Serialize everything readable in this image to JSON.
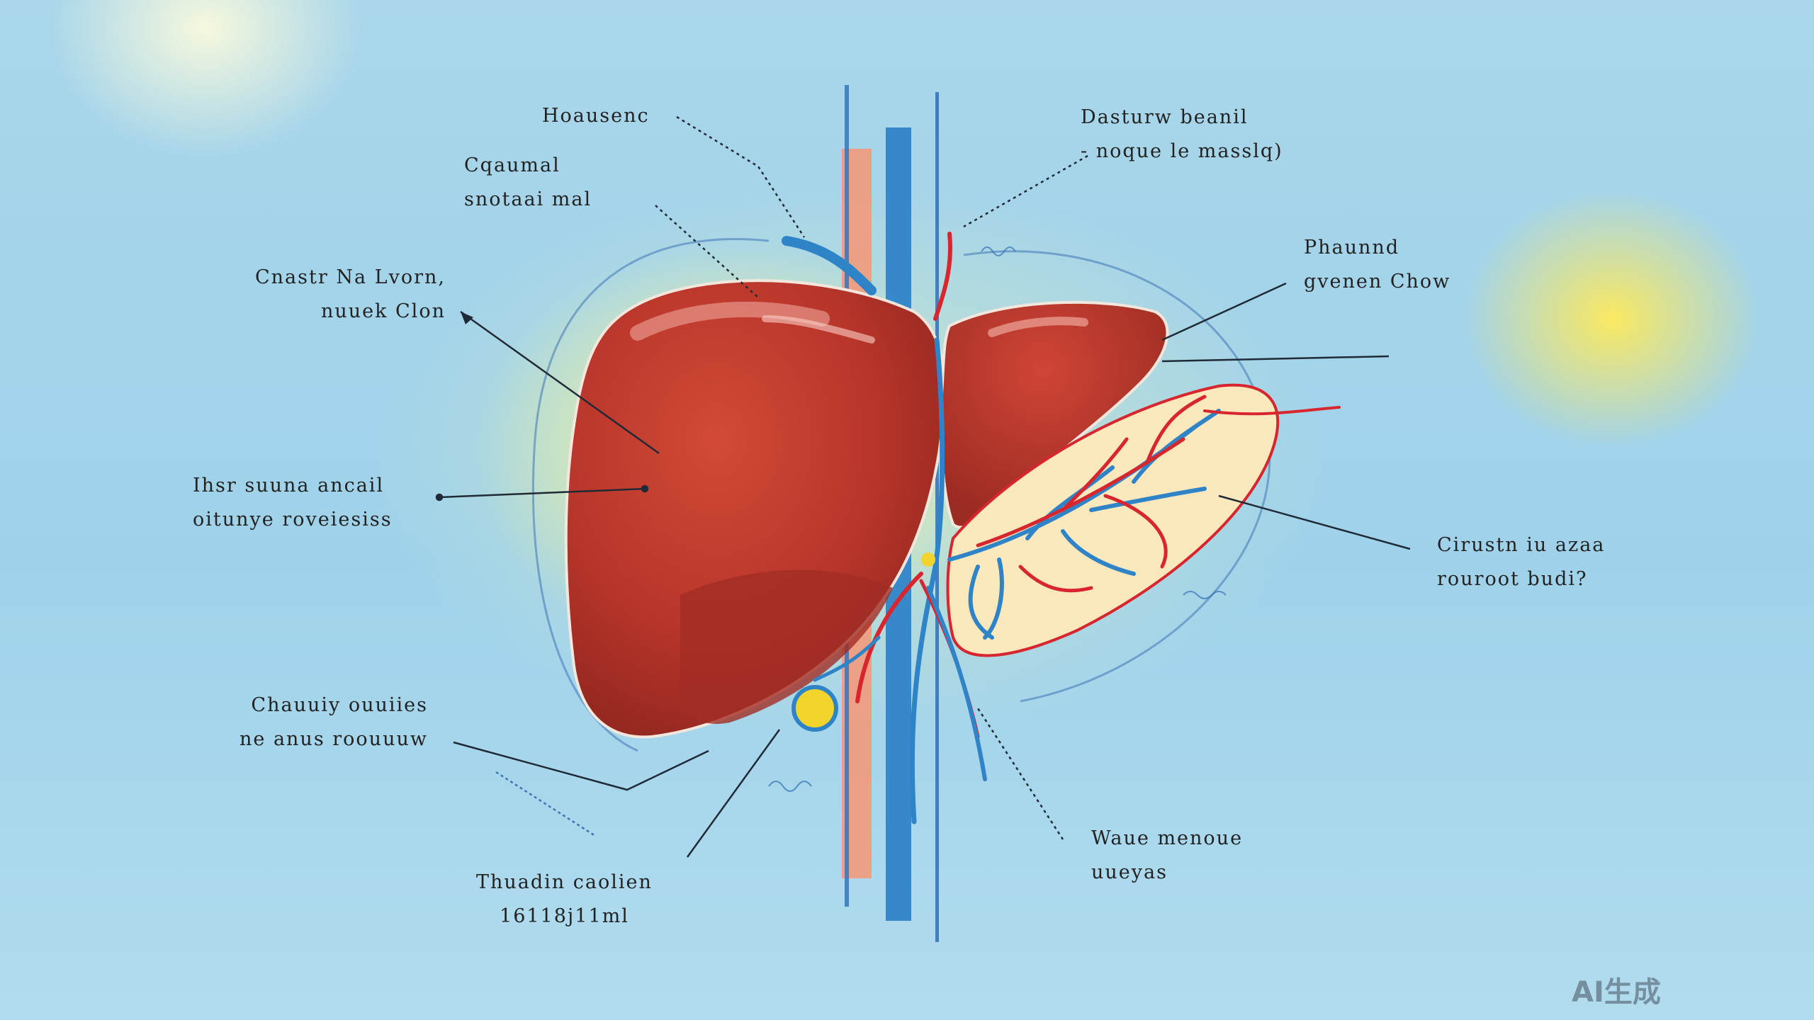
{
  "labels": [
    {
      "id": "top-left-1",
      "lines": [
        "Hoausenc"
      ]
    },
    {
      "id": "top-left-2",
      "lines": [
        "Cqaumal",
        "snotaai mal"
      ]
    },
    {
      "id": "left-1",
      "lines": [
        "Cnastr Na Lvorn,",
        "nuuek Clon"
      ]
    },
    {
      "id": "left-2",
      "lines": [
        "Ihsr suuna  ancail",
        "oitunye roveiesiss"
      ]
    },
    {
      "id": "left-3",
      "lines": [
        "Chauuiy ouuiies",
        "ne anus roouuuw"
      ]
    },
    {
      "id": "bottom-left",
      "lines": [
        "Thuadin caolien",
        "16118j11ml"
      ]
    },
    {
      "id": "top-right-1",
      "lines": [
        "Dasturw beanil",
        "- noque le masslq)"
      ]
    },
    {
      "id": "right-1",
      "lines": [
        "Phaunnd",
        "gvenen Chow"
      ]
    },
    {
      "id": "right-2",
      "lines": [
        "Cirustn iu azaa",
        "rouroot budi?"
      ]
    },
    {
      "id": "bottom-right",
      "lines": [
        "Waue menoue",
        "uueyas"
      ]
    }
  ],
  "watermark": "AI生成",
  "colors": {
    "liver": "#c03a2b",
    "liver_dark": "#9a2a20",
    "vein_blue": "#2f84c8",
    "artery_red": "#d8262e",
    "gallbladder": "#f2d42c",
    "pancreas_fill": "#fbe8bd"
  }
}
